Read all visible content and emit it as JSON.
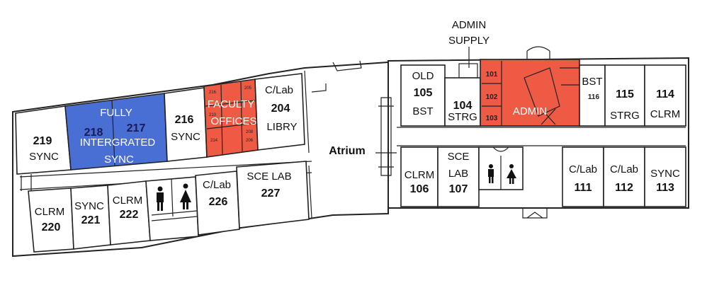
{
  "colors": {
    "integrated_sync": "#4a6fd4",
    "faculty_offices": "#ee5a44",
    "admin": "#ee5a44"
  },
  "header": {
    "admin_supply_1": "ADMIN",
    "admin_supply_2": "SUPPLY"
  },
  "atrium": "Atrium",
  "rooms": {
    "r219": {
      "num": "219",
      "label": "SYNC"
    },
    "r218_217": {
      "label1": "FULLY",
      "label2": "INTERGRATED",
      "label3": "SYNC",
      "num_a": "218",
      "num_b": "217"
    },
    "r216": {
      "num": "216",
      "label": "SYNC"
    },
    "faculty": {
      "label1": "FACULTY",
      "label2": "OFFICES",
      "s216": "216",
      "s205": "205",
      "s210": "210",
      "s208": "208",
      "s214": "214",
      "s206": "206"
    },
    "r204": {
      "label1": "C/Lab",
      "num": "204",
      "label2": "LIBRY"
    },
    "r220": {
      "label": "CLRM",
      "num": "220"
    },
    "r221": {
      "label": "SYNC",
      "num": "221"
    },
    "r222": {
      "label": "CLRM",
      "num": "222"
    },
    "r226": {
      "label": "C/Lab",
      "num": "226"
    },
    "r227": {
      "label": "SCE LAB",
      "num": "227"
    },
    "r105": {
      "label1": "OLD",
      "num": "105",
      "label2": "BST"
    },
    "r104": {
      "num": "104",
      "label": "STRG"
    },
    "admin": {
      "label": "ADMIN",
      "s101": "101",
      "s102": "102",
      "s103": "103"
    },
    "r116": {
      "label": "BST",
      "num": "116"
    },
    "r115": {
      "num": "115",
      "label": "STRG"
    },
    "r114": {
      "num": "114",
      "label": "CLRM"
    },
    "r106": {
      "label": "CLRM",
      "num": "106"
    },
    "r107": {
      "label1": "SCE",
      "label2": "LAB",
      "num": "107"
    },
    "r111": {
      "label": "C/Lab",
      "num": "111"
    },
    "r112": {
      "label": "C/Lab",
      "num": "112"
    },
    "r113": {
      "label": "SYNC",
      "num": "113"
    }
  },
  "icons": [
    "restroom-man-icon",
    "restroom-woman-icon"
  ]
}
